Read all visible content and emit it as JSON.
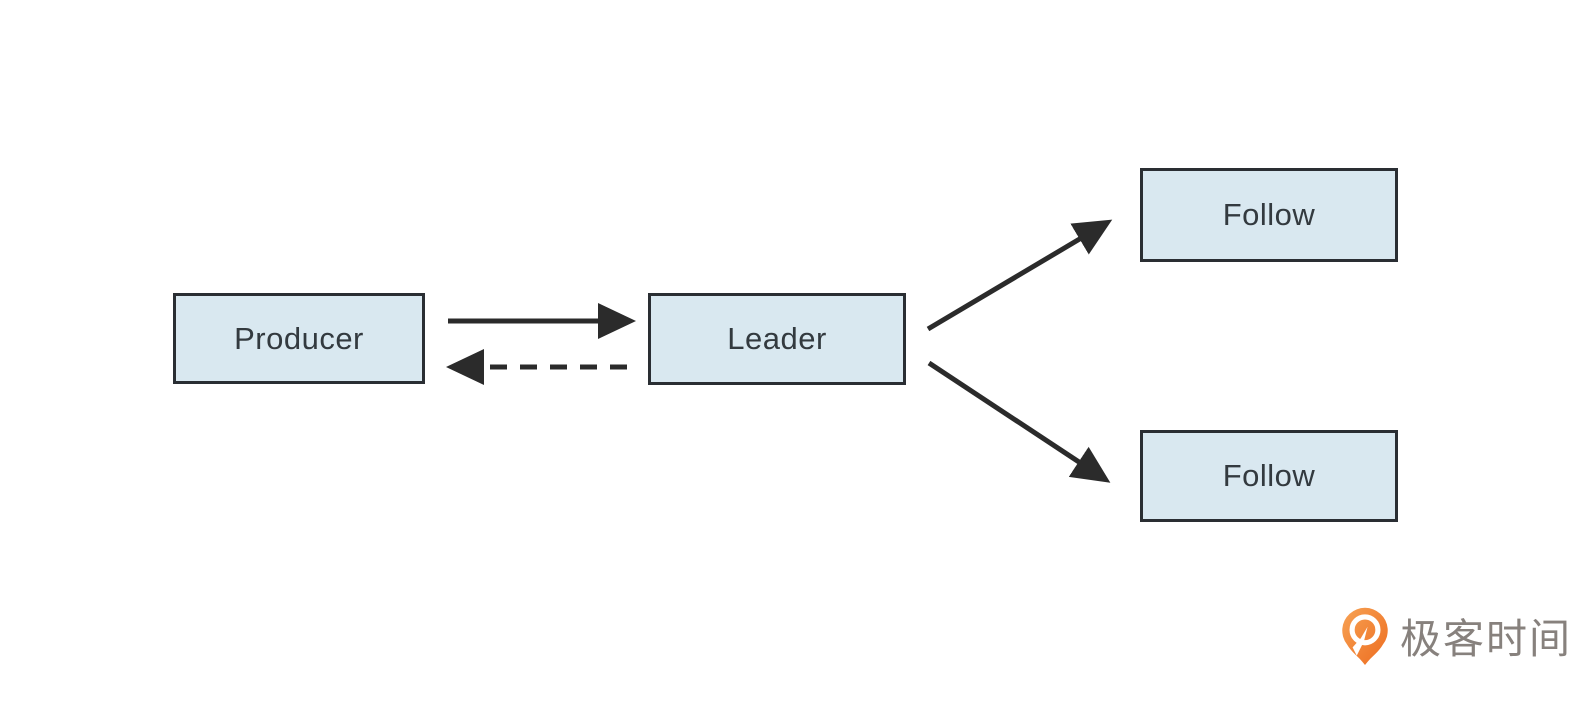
{
  "diagram": {
    "nodes": {
      "producer": {
        "label": "Producer"
      },
      "leader": {
        "label": "Leader"
      },
      "follow_top": {
        "label": "Follow"
      },
      "follow_bottom": {
        "label": "Follow"
      }
    },
    "edges": [
      {
        "from": "producer",
        "to": "leader",
        "style": "solid"
      },
      {
        "from": "leader",
        "to": "producer",
        "style": "dashed"
      },
      {
        "from": "leader",
        "to": "follow_top",
        "style": "solid"
      },
      {
        "from": "leader",
        "to": "follow_bottom",
        "style": "solid"
      }
    ],
    "colors": {
      "node_fill": "#d9e8f0",
      "node_border": "#2a2e33",
      "node_text": "#333a3f",
      "arrow": "#2b2b2b"
    }
  },
  "branding": {
    "logo_text": "极客时间",
    "logo_icon": "geektime-pin-icon",
    "logo_orange_light": "#f7a254",
    "logo_orange_dark": "#ed6c1f",
    "logo_text_color": "#87817d"
  }
}
